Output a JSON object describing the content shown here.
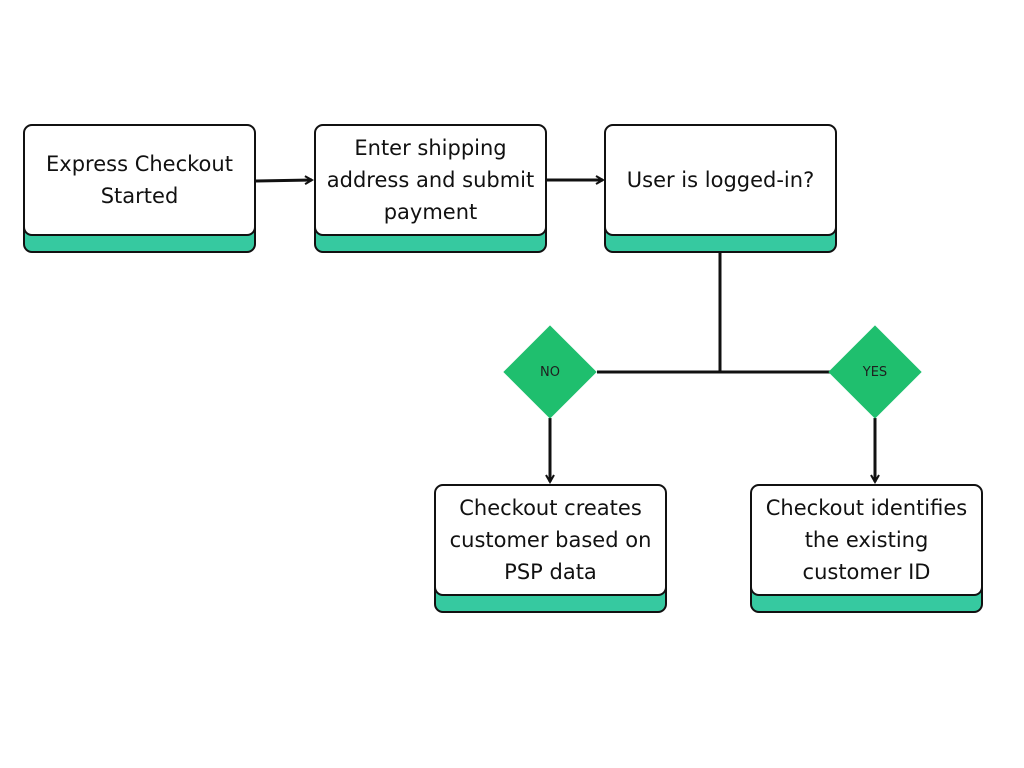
{
  "colors": {
    "accent": "#36c9a0",
    "decision": "#1fbf6e",
    "line": "#111111"
  },
  "nodes": {
    "express_checkout_started": "Express Checkout Started",
    "enter_shipping_address": "Enter shipping address and submit payment",
    "user_logged_in": "User is logged-in?",
    "creates_customer": "Checkout creates customer based on PSP data",
    "identifies_customer": "Checkout identifies the existing customer ID"
  },
  "decisions": {
    "no": "NO",
    "yes": "YES"
  }
}
